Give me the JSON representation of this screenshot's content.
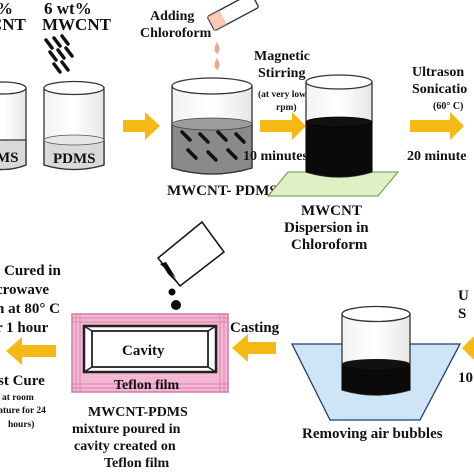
{
  "labels": {
    "mwcnt_percent_partial": "%",
    "mwcnt_ont_partial": "CNT",
    "mwcnt_6wt": "6 wt%",
    "mwcnt_6wt_name": "MWCNT",
    "pdms_left": "MS",
    "pdms_middle": "PDMS",
    "adding_l1": "Adding",
    "adding_l2": "Chloroform",
    "magnetic_l1": "Magnetic",
    "magnetic_l2": "Stirring",
    "magnetic_l3": "(at very low",
    "magnetic_l4": "rpm)",
    "ten_minutes": "10 minutes",
    "mwcnt_pdms": "MWCNT- PDMS",
    "ultrason_l1": "Ultrason",
    "ultrason_l2": "Sonicatio",
    "ultrason_temp": "(60° C)",
    "twenty_minutes": "20 minute",
    "dispersion_l1": "MWCNT",
    "dispersion_l2": "Dispersion in",
    "dispersion_l3": "Chloroform",
    "cured_l1": "Cured in",
    "cured_l2": "crowave",
    "cured_l3": "n at 80° C",
    "cured_l4": "r 1 hour",
    "cavity": "Cavity",
    "teflon_film": "Teflon film",
    "casting": "Casting",
    "u_partial": "U",
    "s_partial": "S",
    "ten_partial": "10",
    "post_cure_l1": "st Cure",
    "post_cure_l2": "at room",
    "post_cure_l3": "rature for 24",
    "post_cure_l4": "hours)",
    "mixture_l1": "MWCNT-PDMS",
    "mixture_l2": "mixture poured in",
    "mixture_l3": "cavity created on",
    "mixture_l4": "Teflon film",
    "removing_air": "Removing air bubbles"
  },
  "colors": {
    "arrow": "#F6B913",
    "liquid_black": "#0a0a0a",
    "liquid_grey": "#8a8a8a",
    "pdms_light": "#d9d9d9",
    "pink_frame": "#f4b6d2",
    "teflon_green": "#dff0c4",
    "bath_blue": "#cfe4f5",
    "droplet_peach": "#f0a88a"
  },
  "icons": [
    "arrow-right-icon",
    "arrow-left-icon",
    "beaker-icon",
    "pouring-tube-icon",
    "droplet-icon",
    "cnt-rods-icon"
  ]
}
